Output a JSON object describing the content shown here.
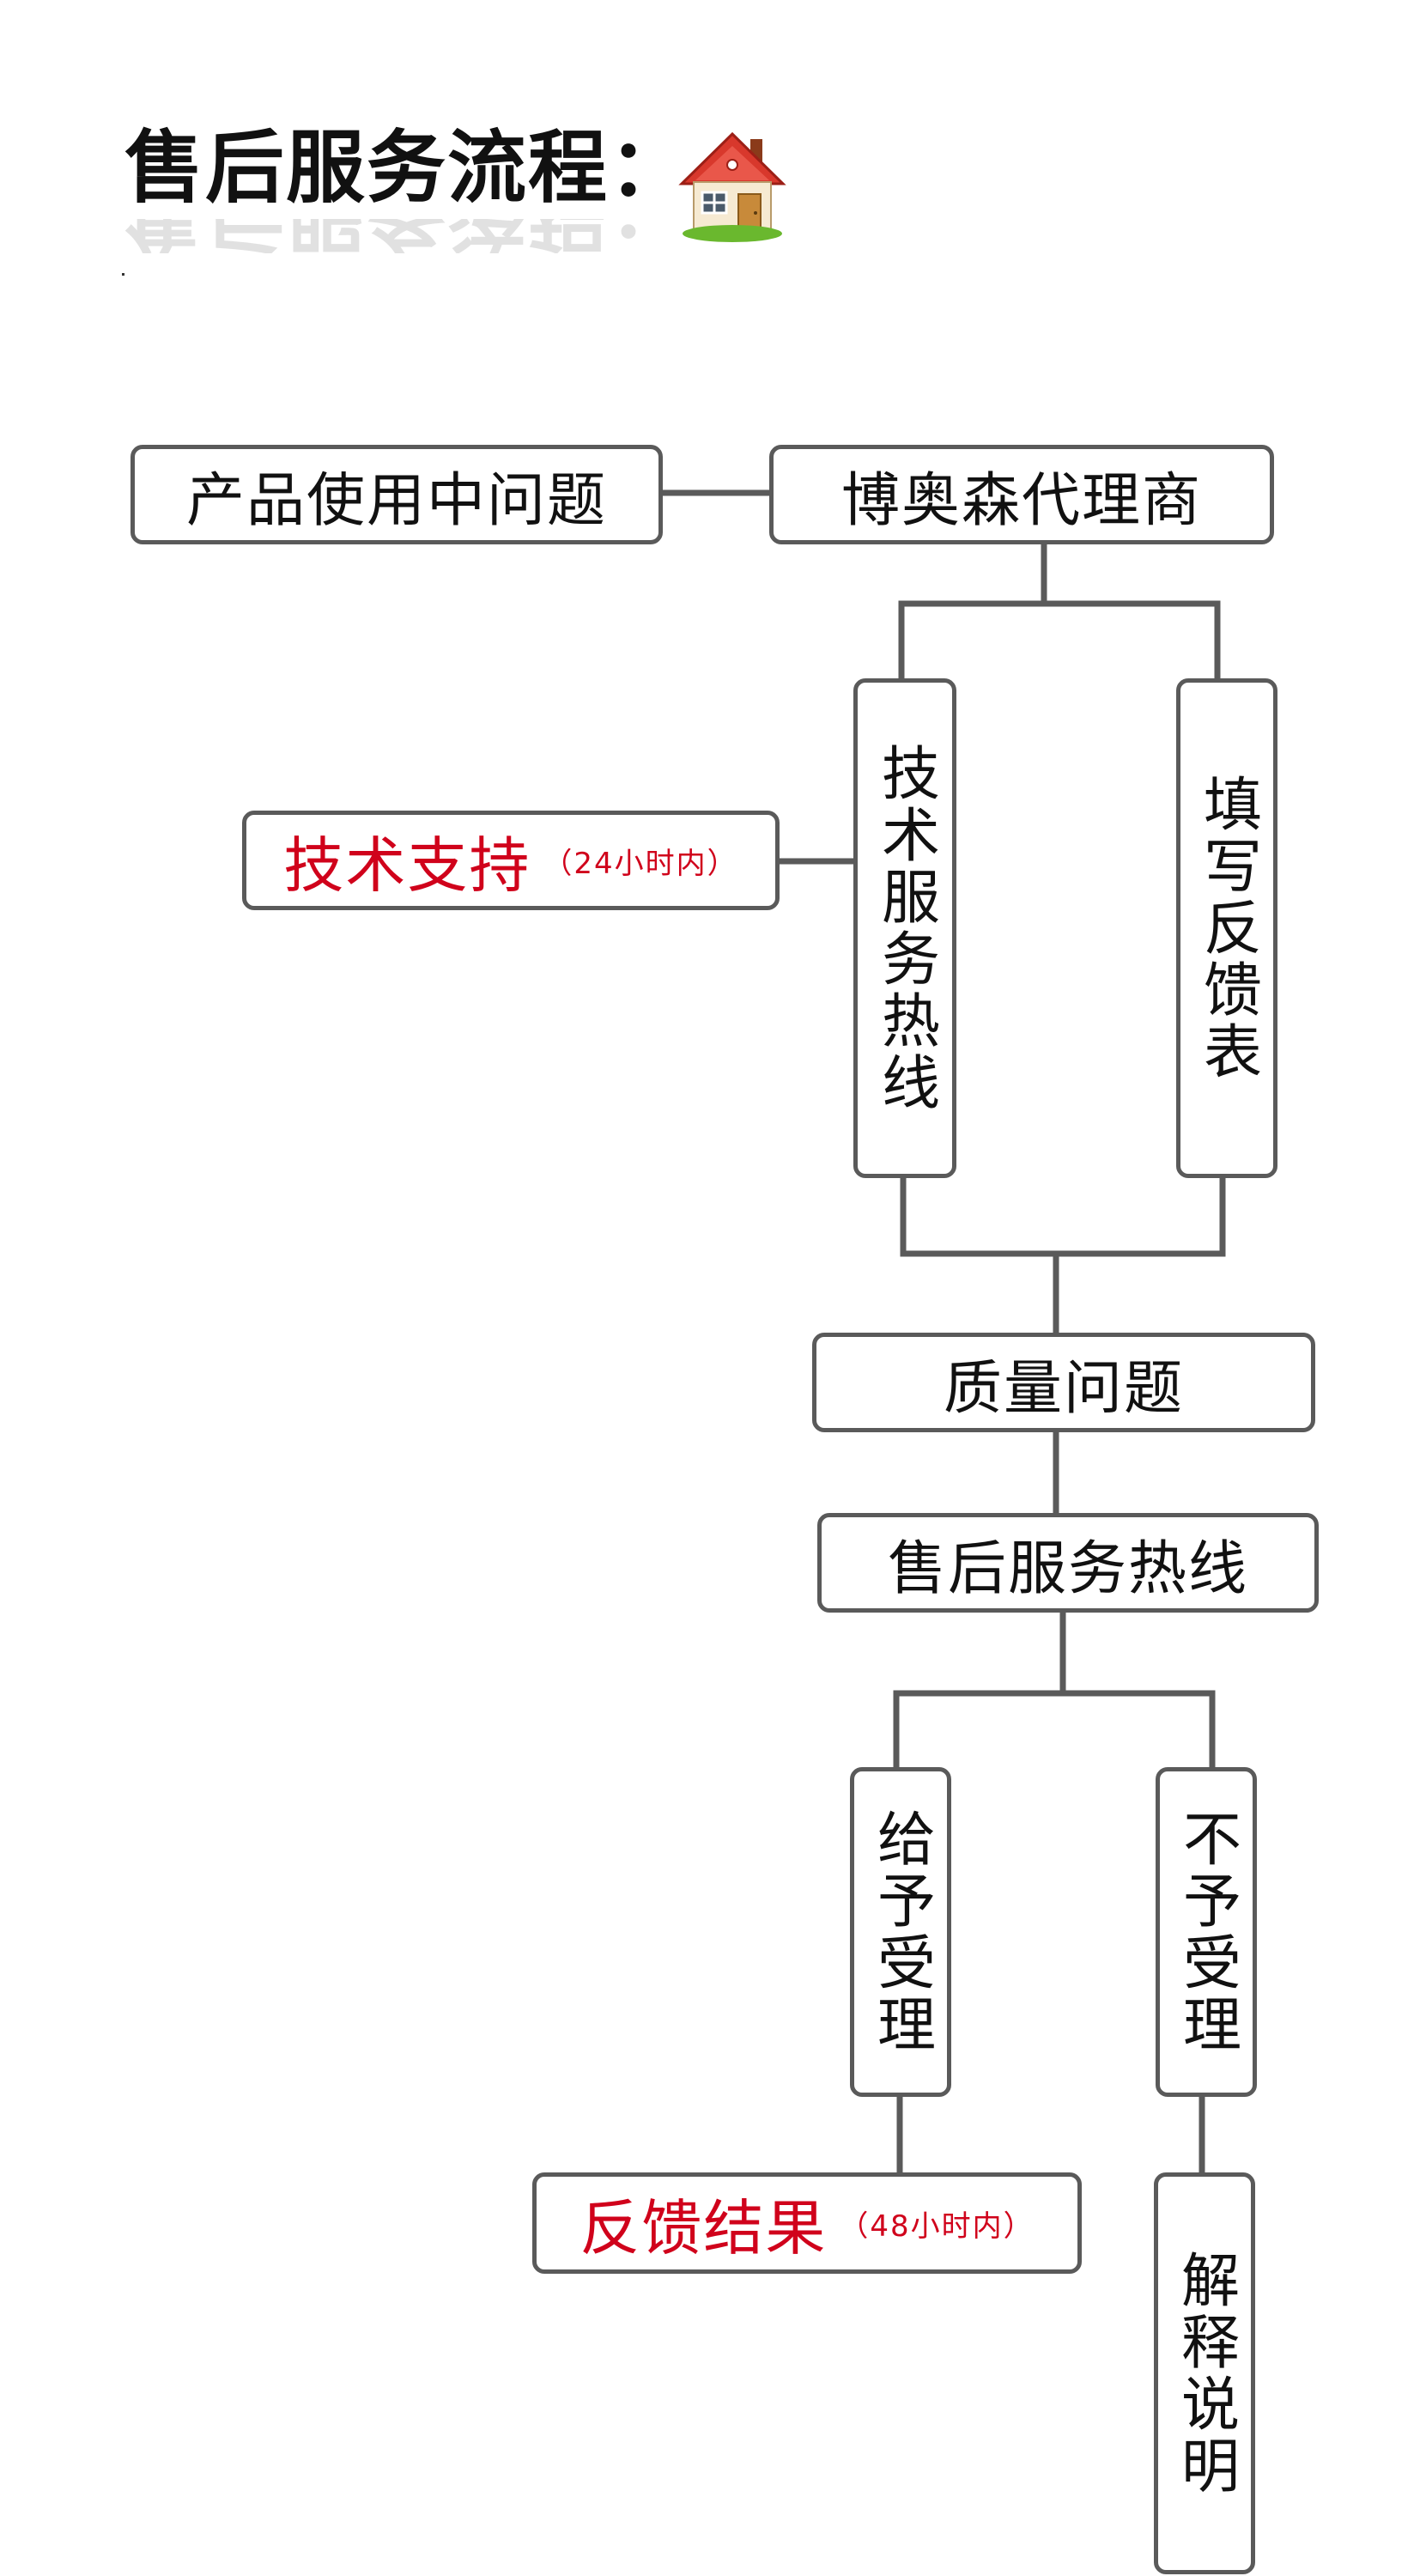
{
  "title": "售后服务流程：",
  "title_icon": "house-icon",
  "nodes": {
    "product_problem": "产品使用中问题",
    "agent": "博奥森代理商",
    "tech_hotline": "技术服务热线",
    "feedback_form": "填写反馈表",
    "tech_support": "技术支持",
    "tech_support_time": "（24小时内）",
    "quality_issue": "质量问题",
    "aftersales_hotline": "售后服务热线",
    "accept": "给予受理",
    "reject": "不予受理",
    "feedback_result": "反馈结果",
    "feedback_result_time": "（48小时内）",
    "explanation": "解释说明"
  },
  "colors": {
    "border": "#5a5a5a",
    "highlight": "#d0021b",
    "text": "#111111"
  }
}
